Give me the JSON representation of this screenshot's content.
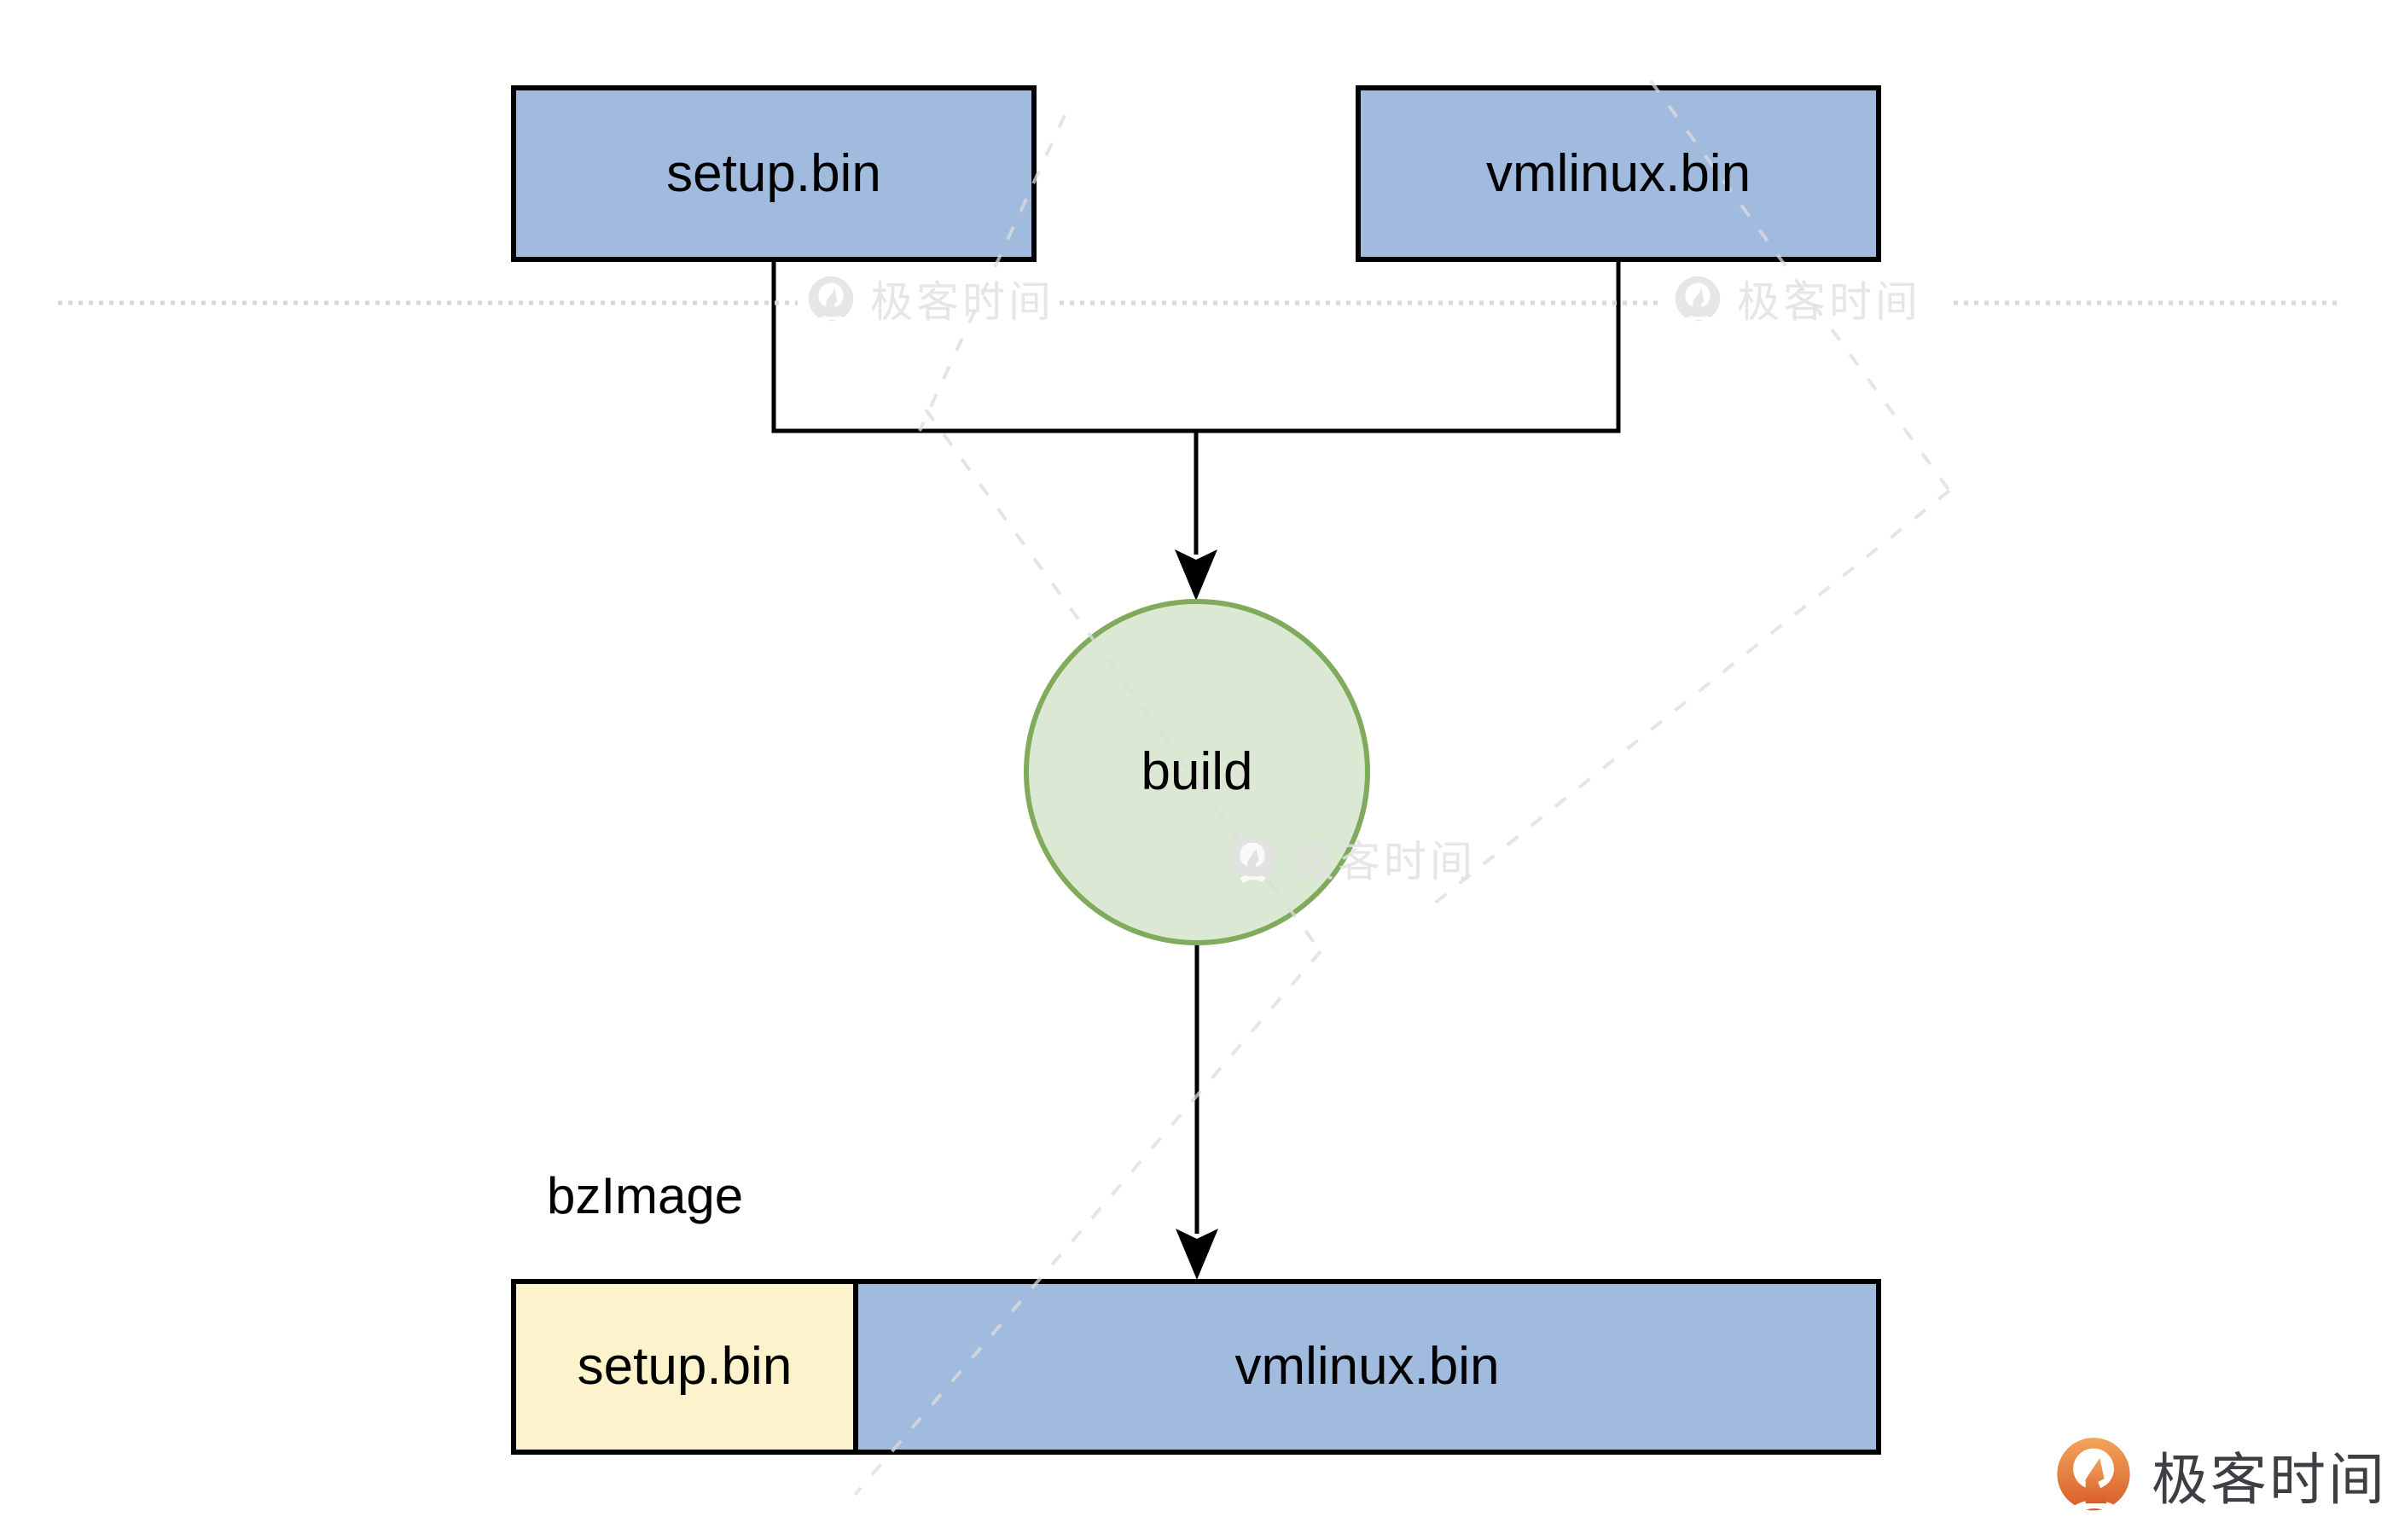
{
  "nodes": {
    "inputs": [
      {
        "label": "setup.bin"
      },
      {
        "label": "vmlinux.bin"
      }
    ],
    "process": {
      "label": "build"
    },
    "output": {
      "caption": "bzImage",
      "segments": [
        {
          "label": "setup.bin"
        },
        {
          "label": "vmlinux.bin"
        }
      ]
    }
  },
  "colors": {
    "input_box_fill": "#a1bbde",
    "segment_setup_fill": "#fcf2cb",
    "segment_vmlinux_fill": "#a1bbde",
    "process_fill": "#dbe9d4",
    "process_stroke": "#80ab5c",
    "connector_line": "#000000",
    "watermark_gray": "#e2e2e2",
    "brand_orange": "#e06c32",
    "brand_text_color": "#3e3e44"
  },
  "watermark": {
    "text": "极客时间"
  },
  "brand_footer": {
    "text": "极客时间"
  }
}
